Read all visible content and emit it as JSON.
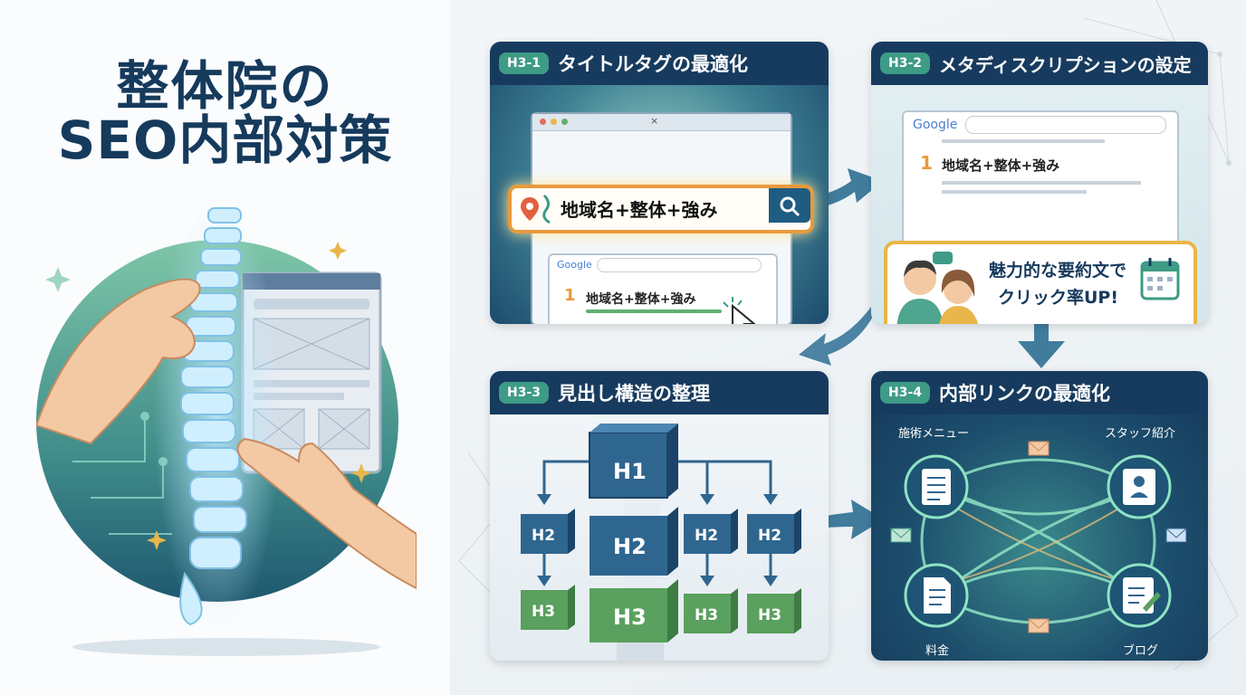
{
  "main": {
    "title_line1": "整体院の",
    "title_line2": "SEO内部対策"
  },
  "panels": {
    "h31": {
      "badge": "H3-1",
      "title": "タイトルタグの最適化",
      "search_query": "地域名+整体+強み",
      "google_logo": "Google",
      "result_rank": "1",
      "result_title": "地域名+整体+強み",
      "browser_close": "×"
    },
    "h32": {
      "badge": "H3-2",
      "title": "メタディスクリプションの設定",
      "google_logo": "Google",
      "result_rank": "1",
      "result_title": "地域名+整体+強み",
      "callout_line1": "魅力的な要約文で",
      "callout_line2": "クリック率UP!"
    },
    "h33": {
      "badge": "H3-3",
      "title": "見出し構造の整理",
      "h1": "H1",
      "h2_labels": [
        "H2",
        "H2",
        "H2",
        "H2"
      ],
      "h3_labels": [
        "H3",
        "H3",
        "H3",
        "H3"
      ]
    },
    "h34": {
      "badge": "H3-4",
      "title": "内部リンクの最適化",
      "node_labels": [
        "施術メニュー",
        "スタッフ紹介",
        "料金",
        "ブログ"
      ]
    }
  },
  "colors": {
    "navy": "#173b5e",
    "teal": "#3e9b86",
    "orange": "#e89a3c",
    "green_box": "#5aa05e",
    "blue_box": "#2f6690"
  }
}
